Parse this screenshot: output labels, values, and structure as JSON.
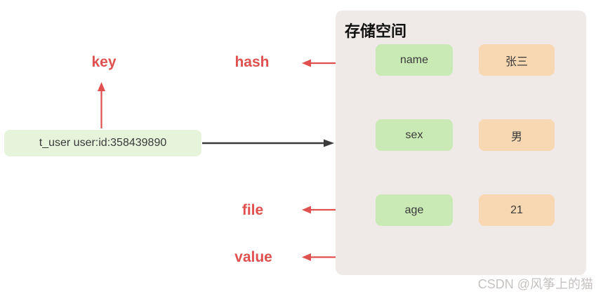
{
  "colors": {
    "red": "#e0504f",
    "arrow_black": "#3a3a3a",
    "panel_bg": "#efeae8",
    "field_box_bg": "#c9eab5",
    "value_box_bg": "#f8d8b2",
    "key_box_bg": "#e6f4dc",
    "box_text": "#3a3a3a",
    "watermark": "#c6c2c0"
  },
  "labels": {
    "key": "key",
    "hash": "hash",
    "file": "file",
    "value": "value"
  },
  "key_box": {
    "text": "t_user user:id:358439890"
  },
  "storage": {
    "title": "存储空间",
    "rows": [
      {
        "field": "name",
        "value": "张三"
      },
      {
        "field": "sex",
        "value": "男"
      },
      {
        "field": "age",
        "value": "21"
      }
    ]
  },
  "watermark": "CSDN @风筝上的猫"
}
